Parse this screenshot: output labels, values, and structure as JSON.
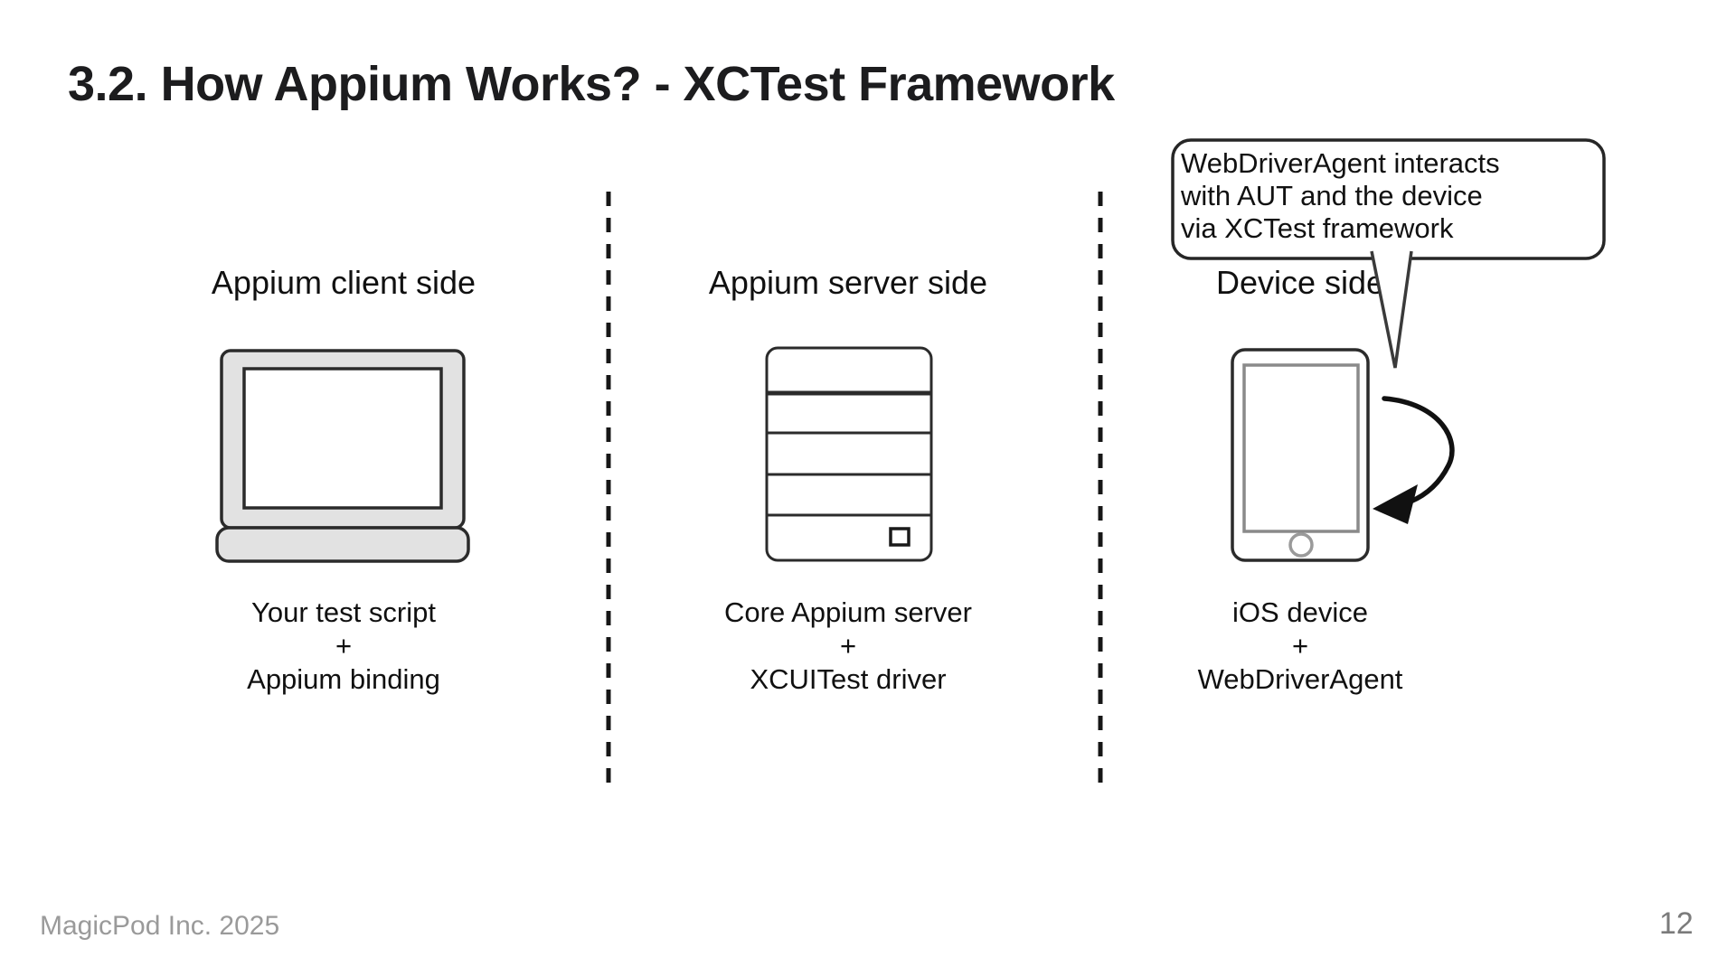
{
  "slide": {
    "title": "3.2. How Appium Works? - XCTest Framework",
    "footer": "MagicPod Inc. 2025",
    "page_number": "12"
  },
  "columns": [
    {
      "heading": "Appium client side",
      "icon": "laptop-icon",
      "label_lines": [
        "Your test script",
        "+",
        "Appium binding"
      ]
    },
    {
      "heading": "Appium server side",
      "icon": "server-icon",
      "label_lines": [
        "Core Appium server",
        "+",
        "XCUITest driver"
      ]
    },
    {
      "heading": "Device side",
      "icon": "mobile-device-icon",
      "label_lines": [
        "iOS device",
        "+",
        "WebDriverAgent"
      ]
    }
  ],
  "callout": {
    "lines": [
      "WebDriverAgent interacts",
      "with AUT and the device",
      "via XCTest framework"
    ]
  },
  "icons": [
    "laptop-icon",
    "server-icon",
    "mobile-device-icon",
    "speech-bubble",
    "curved-arrow-icon",
    "dashed-divider"
  ],
  "colors": {
    "outline": "#2b2b2b",
    "text": "#101010",
    "laptop_fill": "#e2e2e2",
    "device_screen_border": "#8a8a8a",
    "muted_text": "#9a9a9a"
  }
}
